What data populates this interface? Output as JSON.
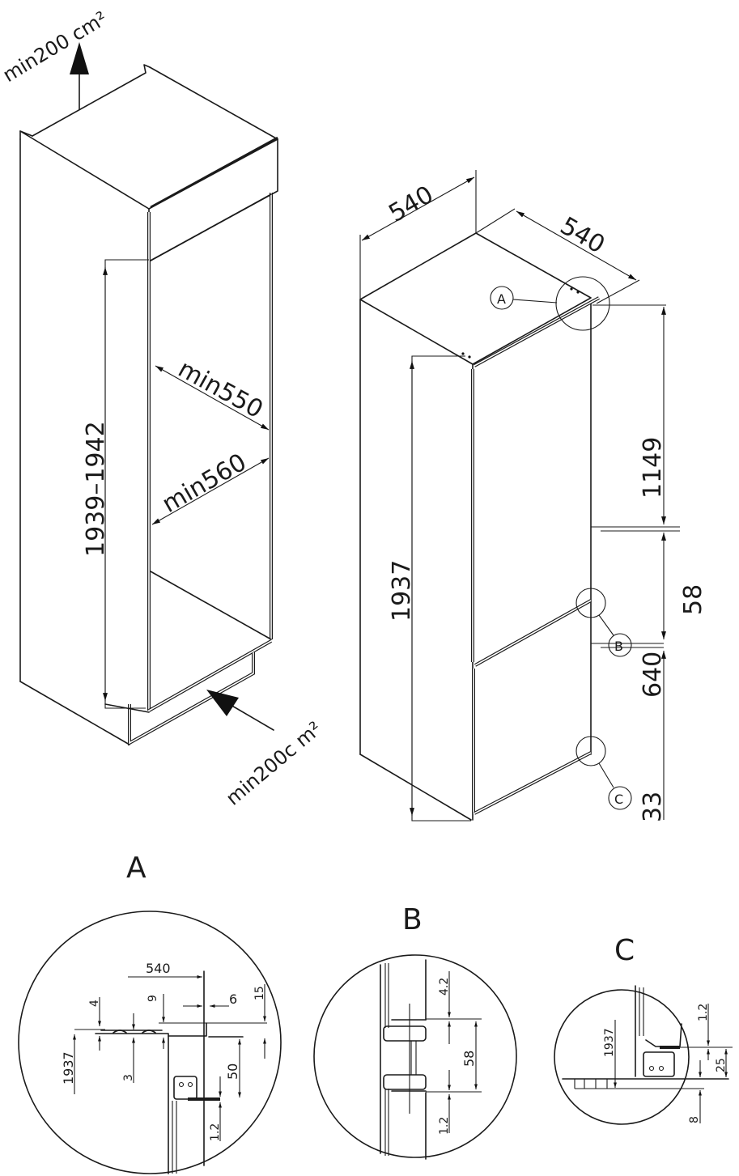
{
  "diagram": {
    "title": "Built-in refrigerator installation dimensions",
    "units": "mm",
    "cabinet": {
      "top_vent_label": "min200 cm²",
      "bottom_vent_label": "min200c m²",
      "height_label": "1939–1942",
      "depth_min_label": "min550",
      "width_min_label": "min560"
    },
    "appliance": {
      "depth_label": "540",
      "width_label": "540",
      "height_label": "1937",
      "upper_door_label": "1149",
      "gap_label": "58",
      "lower_door_label": "640",
      "base_label": "33",
      "callouts": [
        "A",
        "B",
        "C"
      ]
    },
    "details": {
      "A": {
        "title": "A",
        "dims": {
          "width": "540",
          "d4": "4",
          "d9": "9",
          "d6": "6",
          "d15": "15",
          "d3": "3",
          "d50": "50",
          "height": "1937",
          "d12": "1.2"
        }
      },
      "B": {
        "title": "B",
        "dims": {
          "d42": "4.2",
          "d58": "58",
          "d12": "1.2"
        }
      },
      "C": {
        "title": "C",
        "dims": {
          "height": "1937",
          "d12": "1.2",
          "d25": "25",
          "d8": "8"
        }
      }
    }
  }
}
